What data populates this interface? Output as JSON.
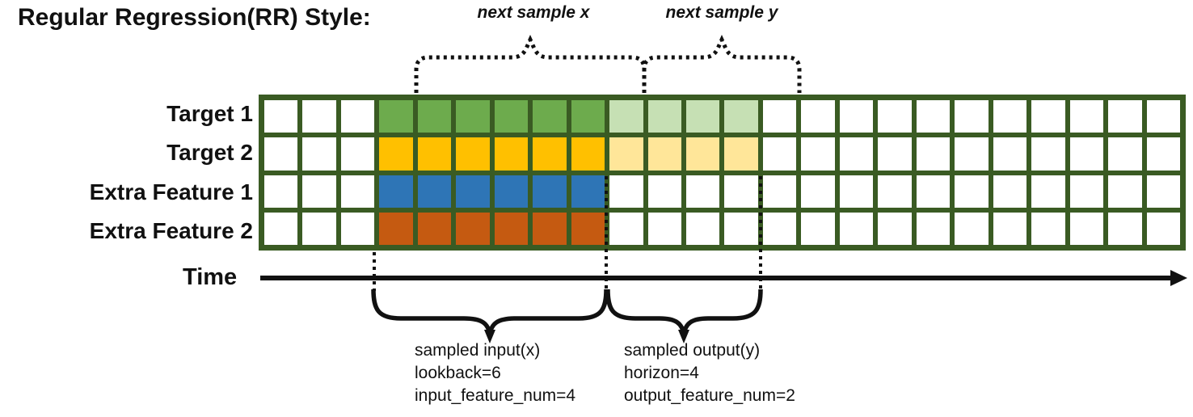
{
  "title": "Regular Regression(RR) Style:",
  "colors": {
    "grid_line": "#3A5B23",
    "ink": "#111111",
    "target1_lookback": "#6DAB4D",
    "target1_horizon": "#C6E0B4",
    "target2_lookback": "#FFC000",
    "target2_horizon": "#FFE699",
    "extra1_lookback": "#2E75B6",
    "extra2_lookback": "#C55A11",
    "empty_cell": "#FFFFFF"
  },
  "grid": {
    "columns": 24,
    "lookback_start_col": 3,
    "lookback": 6,
    "horizon": 4,
    "rows": [
      {
        "label": "Target 1",
        "lookback_color": "#6DAB4D",
        "horizon_color": "#C6E0B4"
      },
      {
        "label": "Target 2",
        "lookback_color": "#FFC000",
        "horizon_color": "#FFE699"
      },
      {
        "label": "Extra Feature 1",
        "lookback_color": "#2E75B6",
        "horizon_color": null
      },
      {
        "label": "Extra Feature 2",
        "lookback_color": "#C55A11",
        "horizon_color": null
      }
    ]
  },
  "annotations": {
    "next_sample_x": "next sample x",
    "next_sample_y": "next sample y",
    "time_label": "Time",
    "input_block": {
      "line1": "sampled input(x)",
      "line2": "lookback=6",
      "line3": "input_feature_num=4"
    },
    "output_block": {
      "line1": "sampled output(y)",
      "line2": "horizon=4",
      "line3": "output_feature_num=2"
    }
  }
}
